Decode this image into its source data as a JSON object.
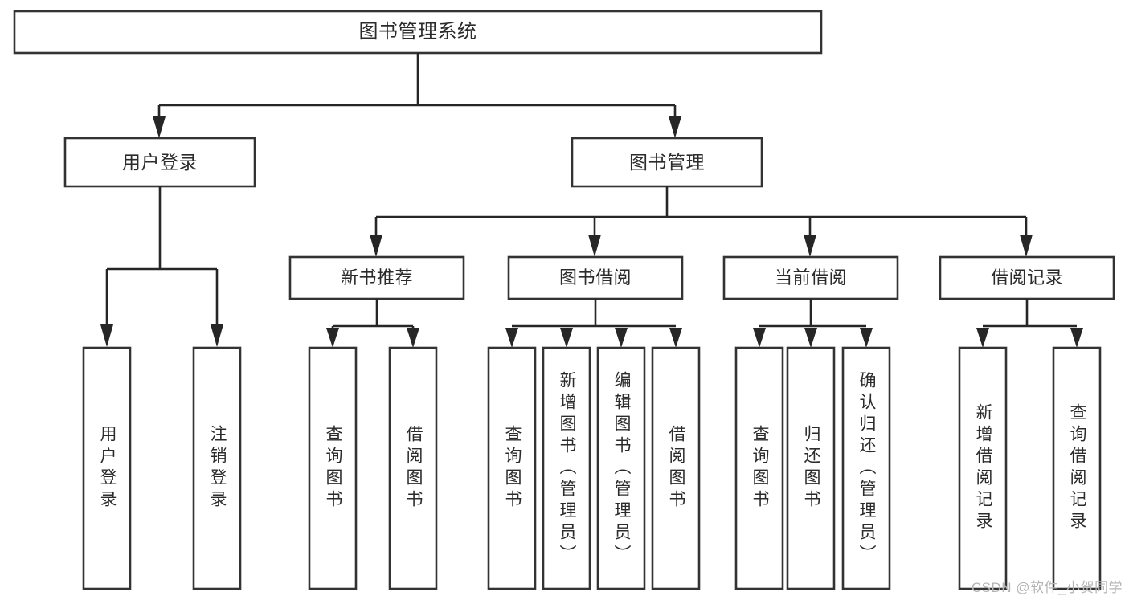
{
  "diagram": {
    "type": "tree-hierarchy-chart",
    "title": "图书管理系统",
    "orientation": "top-down",
    "colors": {
      "box_fill": "#ffffff",
      "box_stroke": "#333333",
      "connector": "#262626",
      "text": "#2b2b2b",
      "watermark": "#b4b4b4",
      "background": "#ffffff"
    },
    "watermark": "CSDN @软件_小贺同学",
    "root": {
      "label": "图书管理系统"
    },
    "level1": [
      {
        "label": "用户登录"
      },
      {
        "label": "图书管理"
      }
    ],
    "level2": [
      {
        "label": "新书推荐"
      },
      {
        "label": "图书借阅"
      },
      {
        "label": "当前借阅"
      },
      {
        "label": "借阅记录"
      }
    ],
    "leaves": {
      "user_login": [
        {
          "label": "用户登录"
        },
        {
          "label": "注销登录"
        }
      ],
      "new_book_recommend": [
        {
          "label": "查询图书"
        },
        {
          "label": "借阅图书"
        }
      ],
      "book_borrow": [
        {
          "label": "查询图书"
        },
        {
          "label": "新增图书（管理员）"
        },
        {
          "label": "编辑图书（管理员）"
        },
        {
          "label": "借阅图书"
        }
      ],
      "current_borrow": [
        {
          "label": "查询图书"
        },
        {
          "label": "归还图书"
        },
        {
          "label": "确认归还（管理员）"
        }
      ],
      "borrow_record": [
        {
          "label": "新增借阅记录"
        },
        {
          "label": "查询借阅记录"
        }
      ]
    }
  }
}
